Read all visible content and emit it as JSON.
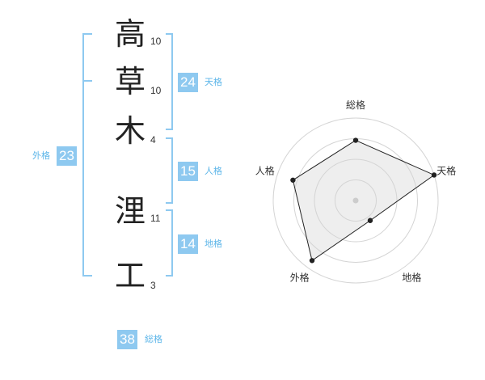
{
  "characters": [
    {
      "char": "高",
      "strokes": "10"
    },
    {
      "char": "草",
      "strokes": "10"
    },
    {
      "char": "木",
      "strokes": "4"
    },
    {
      "char": "浬",
      "strokes": "11"
    },
    {
      "char": "工",
      "strokes": "3"
    }
  ],
  "fortunes": {
    "tenkaku": {
      "value": "24",
      "label": "天格"
    },
    "jinkaku": {
      "value": "15",
      "label": "人格"
    },
    "chikaku": {
      "value": "14",
      "label": "地格"
    },
    "gaikaku": {
      "value": "23",
      "label": "外格"
    },
    "soukaku": {
      "value": "38",
      "label": "総格"
    }
  },
  "chart_data": {
    "type": "radar",
    "axes": [
      "総格",
      "天格",
      "地格",
      "外格",
      "人格"
    ],
    "values": [
      0.73,
      1.0,
      0.3,
      0.9,
      0.8
    ],
    "range": [
      0,
      1
    ],
    "rings": 4,
    "colors": {
      "fill": "#eeeeee",
      "line": "#222222",
      "grid": "#d4d4d4"
    }
  },
  "colors": {
    "accent": "#8ec9f0",
    "accent_text": "#5db6e9"
  }
}
